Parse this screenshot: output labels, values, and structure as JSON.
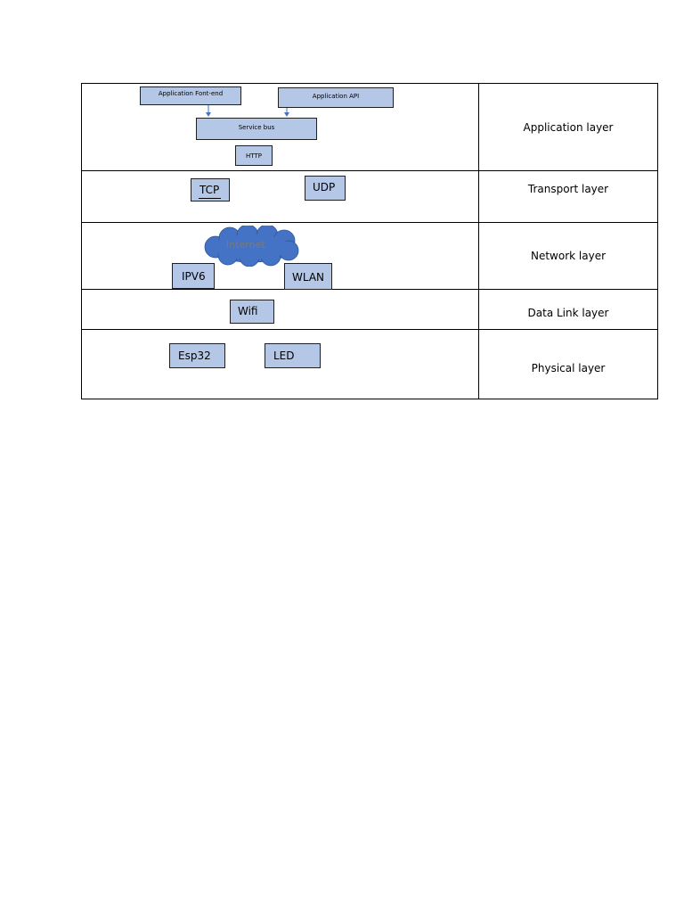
{
  "layers": [
    {
      "label": "Application layer"
    },
    {
      "label": "Transport layer"
    },
    {
      "label": "Network layer"
    },
    {
      "label": "Data Link layer"
    },
    {
      "label": "Physical layer"
    }
  ],
  "application": {
    "frontend": "Application Font-end",
    "api": "Application API",
    "service_bus": "Service bus",
    "http": "HTTP"
  },
  "transport": {
    "tcp": "TCP",
    "udp": "UDP"
  },
  "network": {
    "cloud": "Internet",
    "ipv6": "IPV6",
    "wlan": "WLAN"
  },
  "datalink": {
    "wifi": "Wifi"
  },
  "physical": {
    "esp32": "Esp32",
    "led": "LED"
  },
  "colors": {
    "box_fill": "#b4c7e7",
    "cloud_fill": "#4472c4",
    "arrow": "#4472c4"
  }
}
